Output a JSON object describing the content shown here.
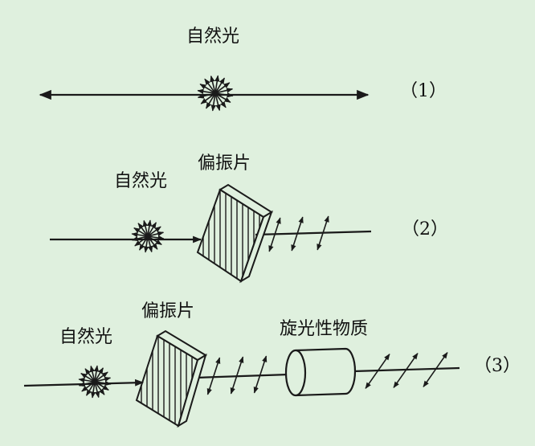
{
  "colors": {
    "background": "#dff0de",
    "ink": "#1a1a1a"
  },
  "labels": {
    "natural_light": "自然光",
    "polarizer": "偏振片",
    "optically_active": "旋光性物质",
    "case1": "（1）",
    "case2": "（2）",
    "case3": "（3）"
  }
}
